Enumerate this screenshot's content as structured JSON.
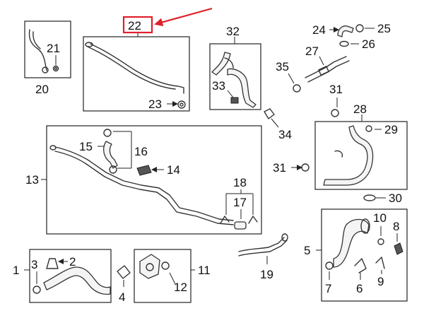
{
  "callouts": {
    "c1": "1",
    "c2": "2",
    "c3": "3",
    "c4": "4",
    "c5": "5",
    "c6": "6",
    "c7": "7",
    "c8": "8",
    "c9": "9",
    "c10": "10",
    "c11": "11",
    "c12": "12",
    "c13": "13",
    "c14": "14",
    "c15": "15",
    "c16": "16",
    "c17": "17",
    "c18": "18",
    "c19": "19",
    "c20": "20",
    "c21": "21",
    "c22": "22",
    "c23": "23",
    "c24": "24",
    "c25": "25",
    "c26": "26",
    "c27": "27",
    "c28": "28",
    "c29": "29",
    "c30": "30",
    "c31a": "31",
    "c31b": "31",
    "c32": "32",
    "c33": "33",
    "c34": "34",
    "c35": "35"
  },
  "highlight": {
    "callout": "22",
    "color": "#e0202a"
  }
}
